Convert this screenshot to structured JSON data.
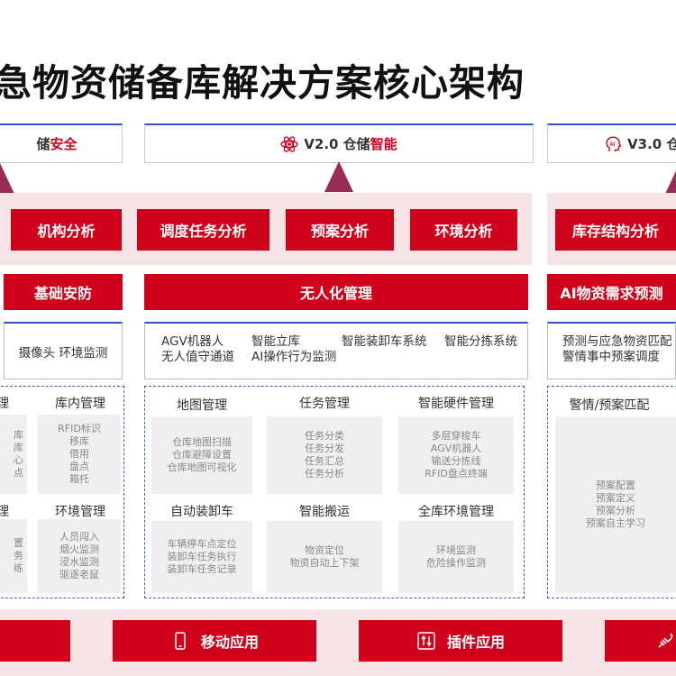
{
  "title": "急物资储备库解决方案核心架构",
  "versions": {
    "v1": {
      "label_part": "储",
      "highlight": "安全"
    },
    "v2": {
      "label_part": "V2.0 仓储",
      "highlight": "智能"
    },
    "v3": {
      "label_part": "V3.0 仓"
    }
  },
  "analysis": [
    "机构分析",
    "调度任务分析",
    "预案分析",
    "环境分析",
    "库存结构分析"
  ],
  "categories": [
    "基础安防",
    "无人化管理",
    "AI物资需求预测"
  ],
  "features": {
    "left": "摄像头 环境监测",
    "middle_row1": [
      "AGV机器人",
      "智能立库",
      "智能装卸车系统",
      "智能分拣系统"
    ],
    "middle_row2": [
      "无人值守通道",
      "AI操作行为监测"
    ],
    "right": [
      "预测与应急物资匹配",
      "警情事中预案调度"
    ]
  },
  "left_panel": {
    "groups": [
      {
        "title": "理",
        "items": [
          "库",
          "库",
          "心",
          "点"
        ]
      },
      {
        "title": "库内管理",
        "items": [
          "RFID标识",
          "移库",
          "借用",
          "盘点",
          "箱托"
        ]
      },
      {
        "title": "理",
        "items": [
          "置",
          "务",
          "练"
        ]
      },
      {
        "title": "环境管理",
        "items": [
          "人员闯入",
          "烟火监测",
          "浸水监测",
          "驱逐老鼠"
        ]
      }
    ]
  },
  "middle_panel": {
    "groups": [
      {
        "title": "地图管理",
        "items": [
          "仓库地图扫描",
          "仓库避障设置",
          "仓库地图可视化"
        ]
      },
      {
        "title": "任务管理",
        "items": [
          "任务分类",
          "任务分发",
          "任务汇总",
          "任务分析"
        ]
      },
      {
        "title": "智能硬件管理",
        "items": [
          "多层穿梭车",
          "AGV机器人",
          "输送分拣线",
          "RFID盘点终端"
        ]
      },
      {
        "title": "自动装卸车",
        "items": [
          "车辆停车点定位",
          "装卸车任务执行",
          "装卸车任务记录"
        ]
      },
      {
        "title": "智能搬运",
        "items": [
          "物资定位",
          "物资自动上下架"
        ]
      },
      {
        "title": "全库环境管理",
        "items": [
          "环境监测",
          "危险操作监测"
        ]
      }
    ]
  },
  "right_panel": {
    "groups": [
      {
        "title": "警情/预案匹配",
        "items": [
          "预案配置",
          "预案定义",
          "预案分析",
          "预案自主学习"
        ]
      }
    ]
  },
  "footer": [
    "移动应用",
    "插件应用"
  ],
  "colors": {
    "accent": "#d0021b",
    "frame": "#2b55c9",
    "band": "#f6e4e6"
  }
}
